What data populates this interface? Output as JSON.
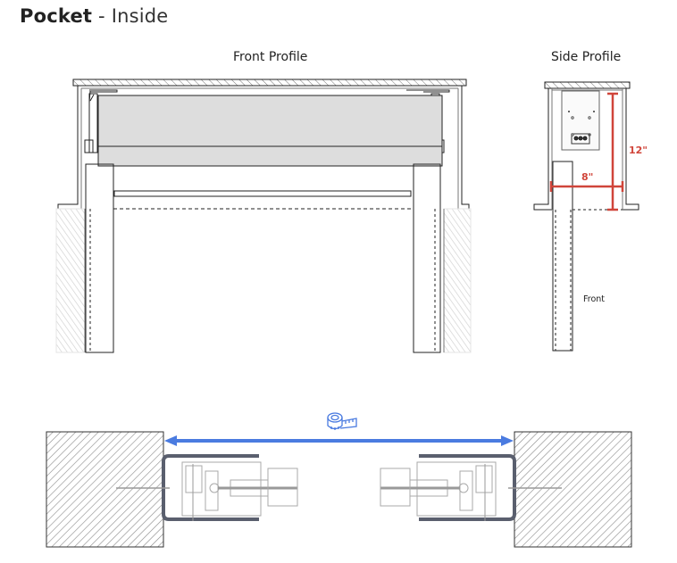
{
  "title": {
    "bold": "Pocket",
    "separator": " - ",
    "light": "Inside"
  },
  "front_profile": {
    "label": "Front Profile"
  },
  "side_profile": {
    "label": "Side Profile",
    "dimensions": {
      "height": "12\"",
      "depth": "8\""
    },
    "front_label": "Front"
  },
  "top_view": {
    "measure_icon": "tape-measure-icon"
  },
  "colors": {
    "dimension_red": "#d0453a",
    "measure_blue": "#4a7be0",
    "line": "#222222",
    "fabric_gray": "#dddddd",
    "bracket_gray": "#5a5f6e",
    "hatch": "#999999"
  }
}
